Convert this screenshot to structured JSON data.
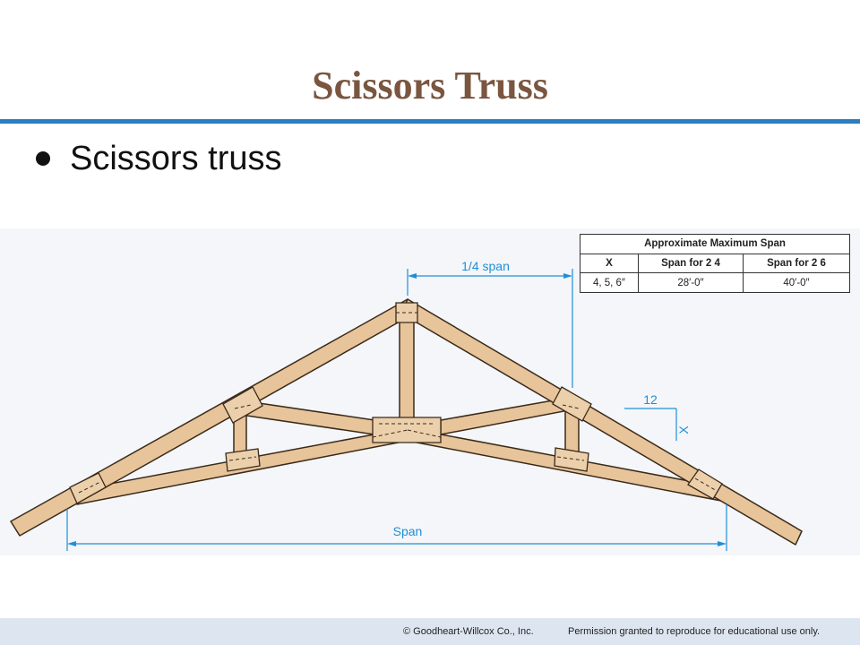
{
  "slide": {
    "title": "Scissors Truss",
    "bullet": "Scissors truss"
  },
  "diagram": {
    "quarter_span_label": "1/4 span",
    "span_label": "Span",
    "pitch_run_label": "12",
    "pitch_rise_label": "X",
    "colors": {
      "wood_fill": "#e8c49a",
      "wood_stroke": "#3a2a1a",
      "dimension": "#1e8fd8"
    },
    "table": {
      "title": "Approximate Maximum Span",
      "headers": [
        "X",
        "Span for 2    4",
        "Span for 2    6"
      ],
      "rows": [
        [
          "4, 5, 6″",
          "28′-0″",
          "40′-0″"
        ]
      ]
    }
  },
  "footer": {
    "copyright": "© Goodheart-Willcox Co., Inc.",
    "permission": "Permission granted to reproduce for educational use only."
  }
}
